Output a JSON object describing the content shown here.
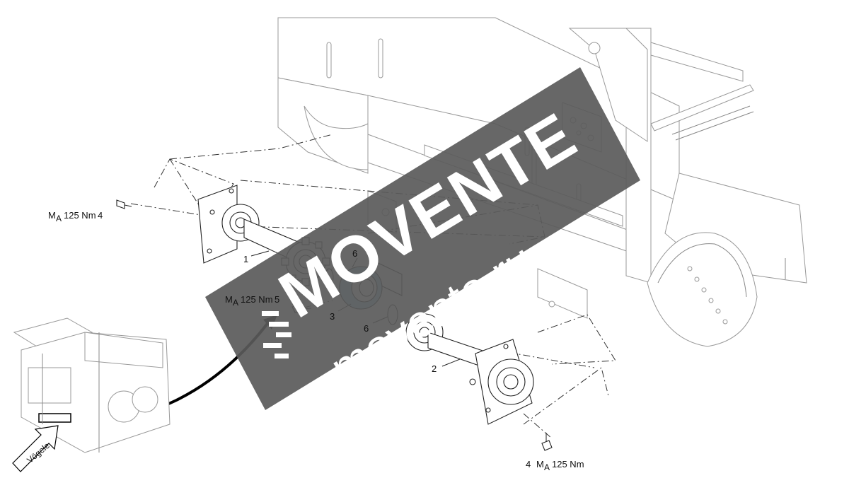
{
  "diagram": {
    "callouts": {
      "item1": "1",
      "item2": "2",
      "item3": "3",
      "item4": "4",
      "item5": "5",
      "item6": "6",
      "torque_symbol": "M",
      "torque_subscript": "A",
      "torque_value": "125 Nm"
    },
    "arrow_label": "Vögele",
    "watermark": {
      "brand": "MOVENTE",
      "site": "movente.ru",
      "color": "#5a5a5a"
    },
    "highlight_color": "#9fd0ec"
  }
}
